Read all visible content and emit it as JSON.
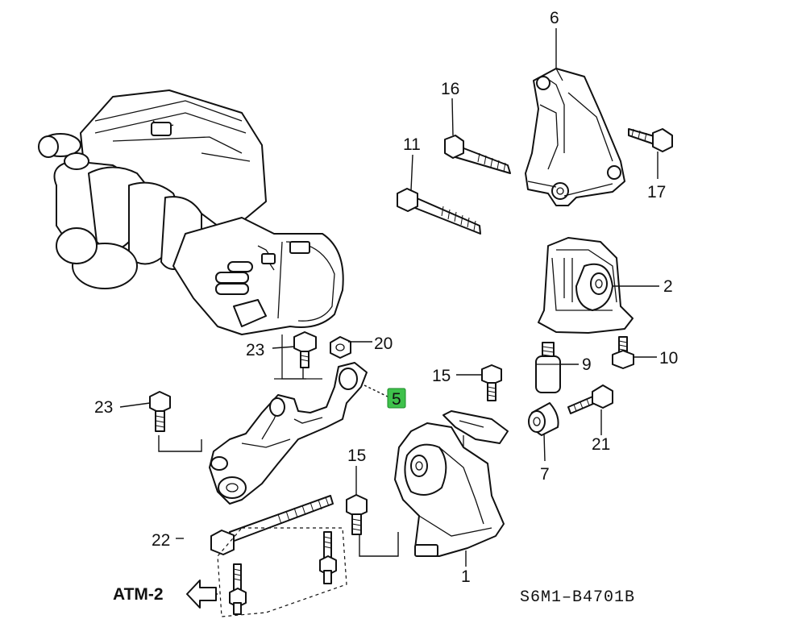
{
  "diagram_code": "S6M1–B4701B",
  "arrow_label": "ATM-2",
  "highlight_color": "#3ec14b",
  "callouts": {
    "c1": "1",
    "c2": "2",
    "c5": "5",
    "c6": "6",
    "c7": "7",
    "c9": "9",
    "c10": "10",
    "c11": "11",
    "c15a": "15",
    "c15b": "15",
    "c16": "16",
    "c17": "17",
    "c20": "20",
    "c21": "21",
    "c22": "22",
    "c23a": "23",
    "c23b": "23"
  }
}
